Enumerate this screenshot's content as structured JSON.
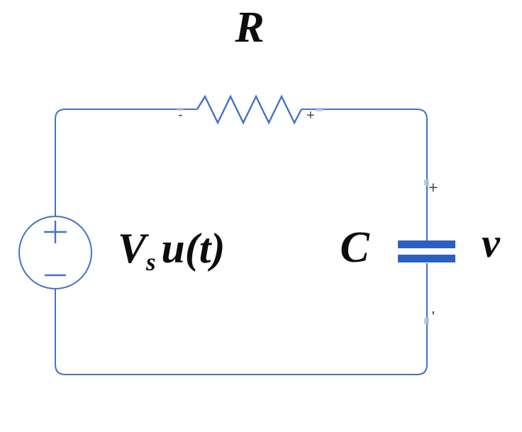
{
  "colors": {
    "wire": "#4472c4",
    "capacitor_plate": "#2d5fc1",
    "label_text": "#0c0c0c",
    "polarity_mark": "#45504a",
    "anchor_dot": "#a9c6e8"
  },
  "labels": {
    "resistor": "R",
    "source_v": "V",
    "source_sub": "s",
    "source_fn": "u(t)",
    "capacitor": "C",
    "capacitor_voltage": "v"
  },
  "polarity": {
    "resistor_left": "-",
    "resistor_right": "+",
    "capacitor_top": "+",
    "capacitor_bottom": "'"
  }
}
